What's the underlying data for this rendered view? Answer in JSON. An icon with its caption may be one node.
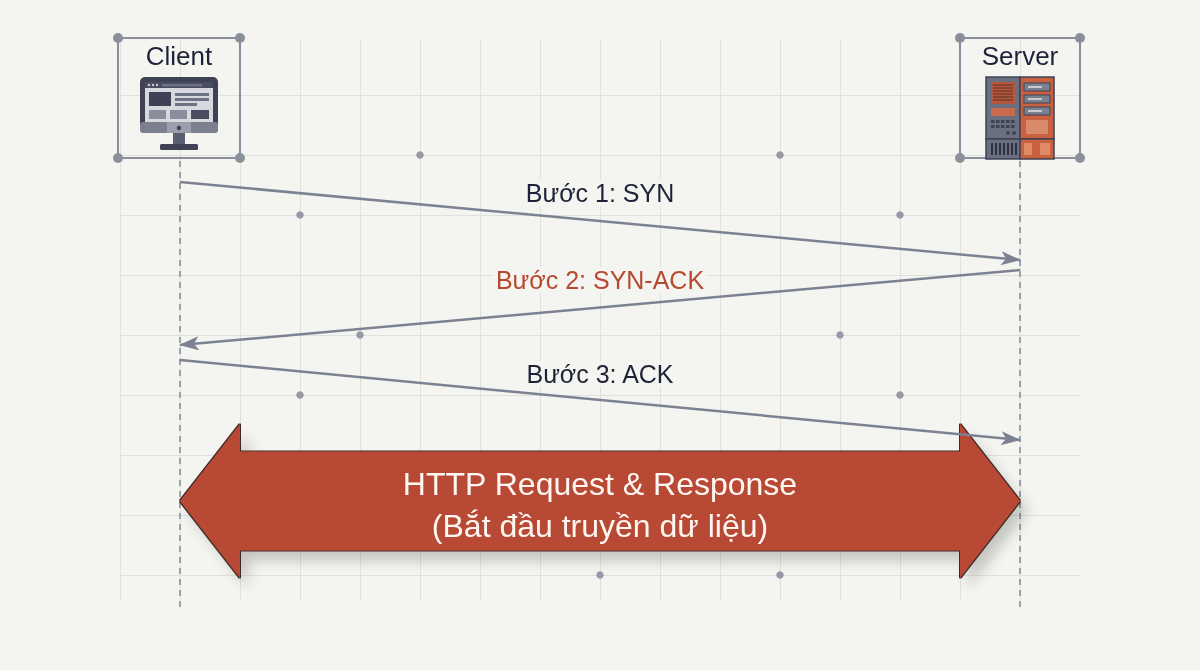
{
  "diagram": {
    "nodes": [
      {
        "text": [
          "Client"
        ]
      },
      {
        "text": [
          "Server"
        ]
      }
    ],
    "edges": [
      {
        "from": 0,
        "to": 1,
        "arrow": "to",
        "label": "Bước 1: SYN"
      },
      {
        "from": 1,
        "to": 0,
        "arrow": "to",
        "label": "Bước 2: SYN-ACK"
      },
      {
        "from": 0,
        "to": 1,
        "arrow": "to",
        "label": "Bước 3: ACK"
      },
      {
        "from": 0,
        "to": 1,
        "arrow": "both",
        "label": "HTTP Request & Response (Bắt đầu truyền dữ liệu)",
        "style": "thick",
        "color": "#b84a34"
      }
    ]
  }
}
